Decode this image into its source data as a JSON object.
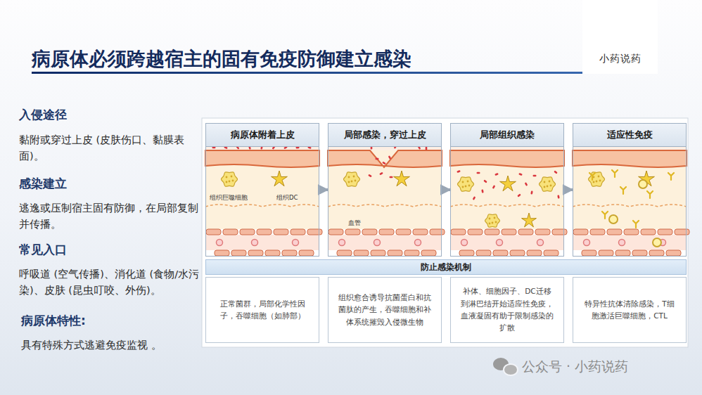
{
  "diagram": {
    "title": "病原体必须跨越宿主的固有免疫防御建立感染",
    "nodes": [
      {
        "text": [
          "小药说药"
        ]
      },
      {
        "text": [
          "病原体附着上皮"
        ]
      },
      {
        "text": [
          "局部感染，穿过上皮"
        ]
      },
      {
        "text": [
          "局部组织感染"
        ]
      },
      {
        "text": [
          "适应性免疫"
        ]
      },
      {
        "text": [
          "防止感染机制"
        ]
      },
      {
        "text": [
          "正常菌群，局部化学性因子，吞噬细胞（如肺部）"
        ]
      },
      {
        "text": [
          "组织愈合诱导抗菌蛋白和抗菌肽的产生，吞噬细胞和补体系统摧毁入侵微生物"
        ]
      },
      {
        "text": [
          "补体、细胞因子、DC迁移到淋巴结开始适应性免疫，血液凝固有助于限制感染的扩散"
        ]
      },
      {
        "text": [
          "特异性抗体清除感染，T细胞激活巨噬细胞，CTL"
        ]
      }
    ],
    "edges": [
      {
        "from": 1,
        "to": 2,
        "arrow": "to"
      },
      {
        "from": 2,
        "to": 3,
        "arrow": "to"
      },
      {
        "from": 3,
        "to": 4,
        "arrow": "to"
      }
    ],
    "labels": [
      "入侵途径",
      "黏附或穿过上皮 (皮肤伤口、黏膜表面)。",
      "感染建立",
      "逃逸或压制宿主固有防御，在局部复制并传播。",
      "常见入口",
      "呼吸道 (空气传播)、消化道 (食物/水污染)、皮肤 (昆虫叮咬、外伤)。",
      "病原体特性:",
      "具有特殊方式逃避免疫监视 。",
      "组织巨噬细胞",
      "组织DC",
      "血管",
      "公众号 · 小药说药"
    ]
  }
}
